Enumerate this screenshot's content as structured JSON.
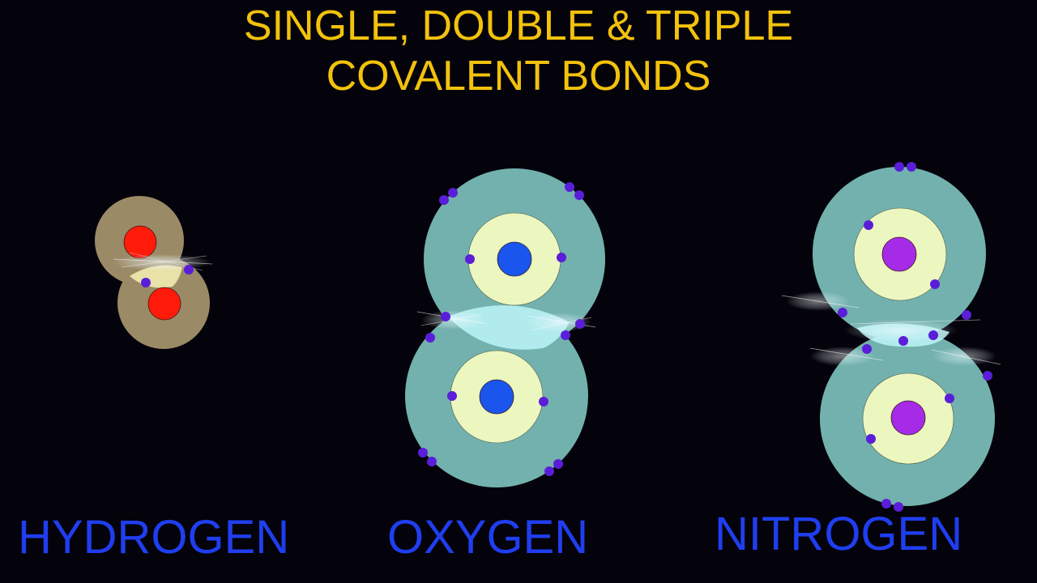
{
  "title": {
    "line1": "SINGLE, DOUBLE & TRIPLE",
    "line2": "COVALENT BONDS"
  },
  "molecules": [
    {
      "label": "HYDROGEN"
    },
    {
      "label": "OXYGEN"
    },
    {
      "label": "NITROGEN"
    }
  ],
  "colors": {
    "background": "#04020a",
    "title": "#f2c20c",
    "label": "#1f3ef0",
    "hydrogen_shell": "#9b8a66",
    "hydrogen_nucleus": "#ff1a0a",
    "outer_shell": "#72b1ae",
    "inner_shell": "#ecf6bf",
    "oxygen_nucleus": "#1a55ee",
    "nitrogen_nucleus": "#a52be6",
    "electron": "#5a1ed8",
    "bond_glow": "#bdf6f8"
  }
}
